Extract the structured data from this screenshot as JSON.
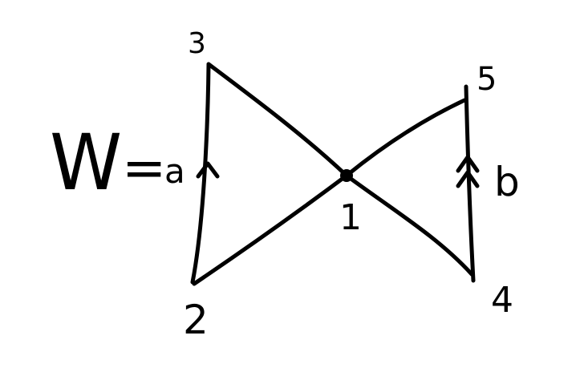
{
  "diagram": {
    "symbol": "W",
    "equals": "=",
    "edge_labels": {
      "left": "a",
      "right": "b"
    },
    "vertices": {
      "center": "1",
      "bottom_left": "2",
      "top_left": "3",
      "bottom_right": "4",
      "top_right": "5"
    },
    "ink_color": "#000000",
    "background_color": "#ffffff"
  }
}
